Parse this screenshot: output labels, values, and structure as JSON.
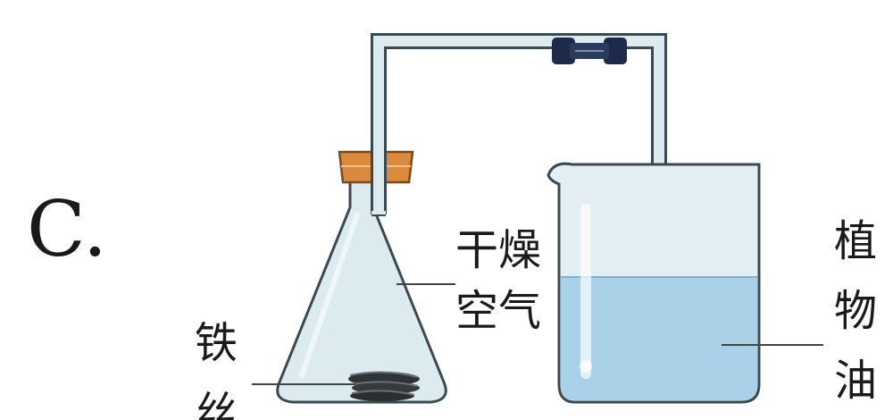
{
  "option_label": "C.",
  "labels": {
    "dry_air_line1": "干燥",
    "dry_air_line2": "空气",
    "iron_wire_line1": "铁",
    "iron_wire_line2": "丝",
    "vegetable_oil_1": "植",
    "vegetable_oil_2": "物",
    "vegetable_oil_3": "油"
  },
  "colors": {
    "glass_fill": "#dcebf0",
    "glass_stroke": "#3a4a52",
    "oil_fill": "#a9d1e8",
    "stopper": "#d98a3d",
    "stopper_stroke": "#7a4a1c",
    "connector": "#1e2a4a",
    "iron": "#2f3438",
    "leader": "#444444"
  }
}
